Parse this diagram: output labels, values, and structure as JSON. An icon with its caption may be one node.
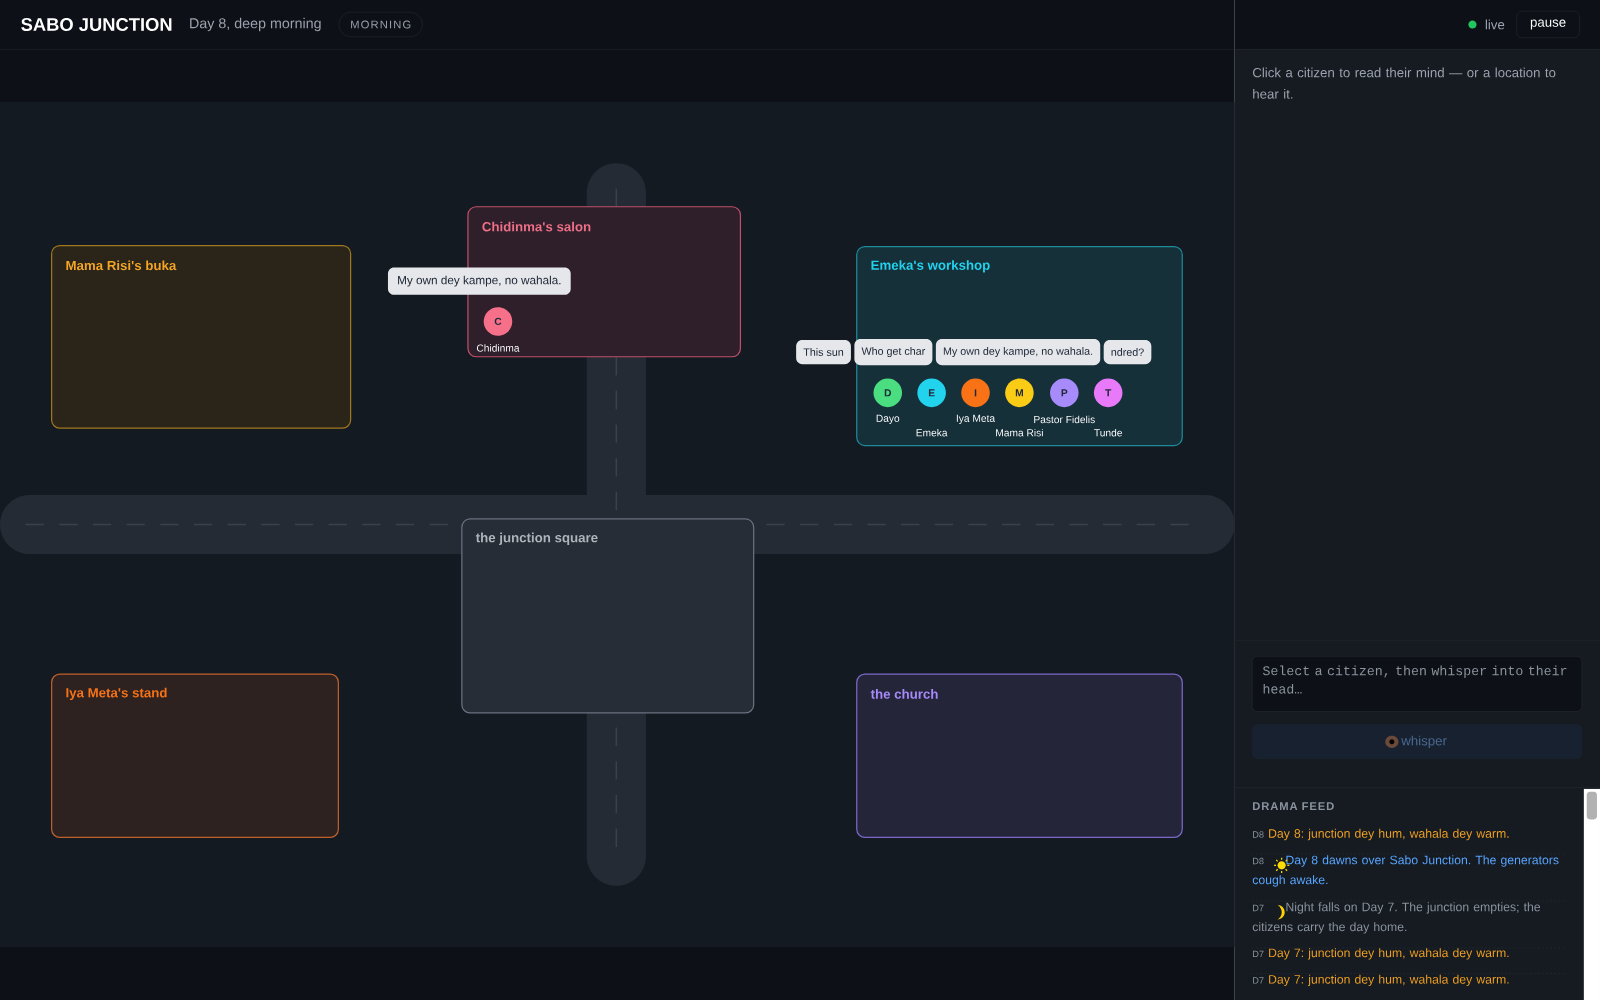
{
  "diagram": {
    "title": "SABO JUNCTION",
    "nodes": [
      {
        "text": [
          "MORNING"
        ]
      },
      {
        "text": [
          "pause"
        ]
      },
      {
        "text": [
          "Mama Risi's buka"
        ]
      },
      {
        "text": [
          "Chidinma's salon"
        ]
      },
      {
        "text": [
          "My own dey kampe, no wahala."
        ]
      },
      {
        "text": [
          "C"
        ],
        "beside": [
          "Chidinma"
        ],
        "in": 3
      },
      {
        "text": [
          "Emeka's workshop"
        ]
      },
      {
        "text": [
          "This sun"
        ]
      },
      {
        "text": [
          "Who get char"
        ],
        "in": 6
      },
      {
        "text": [
          "My own dey kampe, no wahala."
        ],
        "in": 6
      },
      {
        "text": [
          "ndred?"
        ],
        "in": 6
      },
      {
        "text": [
          "D"
        ],
        "beside": [
          "Dayo"
        ],
        "in": 6
      },
      {
        "text": [
          "E"
        ],
        "beside": [
          "Emeka"
        ],
        "in": 6
      },
      {
        "text": [
          "I"
        ],
        "beside": [
          "Iya Meta"
        ],
        "in": 6
      },
      {
        "text": [
          "M"
        ],
        "beside": [
          "Mama Risi"
        ],
        "in": 6
      },
      {
        "text": [
          "P"
        ],
        "beside": [
          "Pastor Fidelis"
        ],
        "in": 6
      },
      {
        "text": [
          "T"
        ],
        "beside": [
          "Tunde"
        ],
        "in": 6
      },
      {
        "text": [
          "the junction square"
        ]
      },
      {
        "text": [
          "Iya Meta's stand"
        ]
      },
      {
        "text": [
          "the church"
        ]
      },
      {
        "text": [
          "Select a citizen, then whisper into their head…"
        ]
      },
      {
        "text": [
          "whisper"
        ]
      }
    ],
    "labels": [
      "Day 8, deep morning",
      "live",
      "Click a citizen to read their mind — or a location to hear it.",
      "DRAMA FEED",
      "D8",
      "Day 8: junction dey hum, wahala dey warm.",
      "D8",
      "Day 8 dawns over Sabo Junction. The generators cough awake.",
      "D7",
      "Night falls on Day 7. The junction empties; the citizens carry the day home.",
      "D7",
      "Day 7: junction dey hum, wahala dey warm.",
      "D7",
      "Day 7: junction dey hum, wahala dey warm."
    ]
  }
}
